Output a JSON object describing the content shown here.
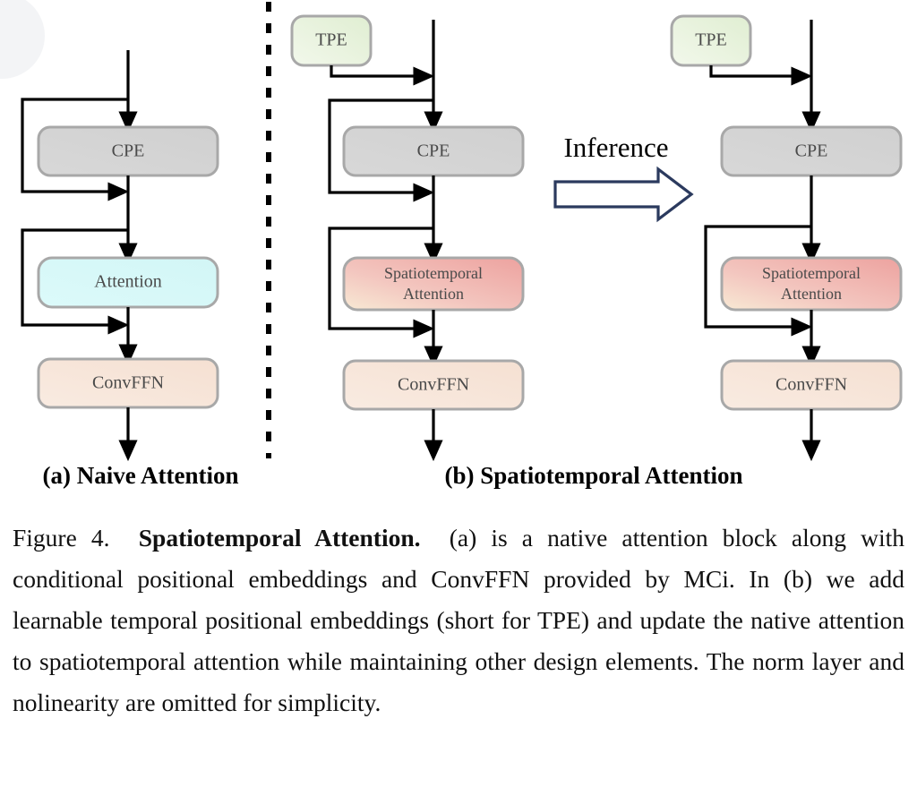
{
  "figure": {
    "divider": {
      "style": "dashed-vertical"
    },
    "inference_arrow": {
      "label": "Inference",
      "color": "#2b3a5e",
      "direction": "right"
    },
    "subcaptions": [
      {
        "id": "a",
        "text": "(a) Naive Attention"
      },
      {
        "id": "b",
        "text": "(b) Spatiotemporal Attention"
      }
    ],
    "panels": [
      {
        "id": "a",
        "name": "naive-attention",
        "blocks": [
          {
            "name": "cpe",
            "label": "CPE",
            "fill": "#d3d3d3",
            "stroke": "#a0a0a0"
          },
          {
            "name": "attention",
            "label": "Attention",
            "fill": "#d6f8f8",
            "stroke": "#a0a0a0"
          },
          {
            "name": "convffn",
            "label": "ConvFFN",
            "fill": "#f7e4d6",
            "stroke": "#a0a0a0"
          }
        ]
      },
      {
        "id": "b-train",
        "name": "spatiotemporal-attention-training",
        "blocks": [
          {
            "name": "tpe",
            "label": "TPE",
            "fill": "#e4f1d9",
            "stroke": "#a0a0a0"
          },
          {
            "name": "cpe",
            "label": "CPE",
            "fill": "#d3d3d3",
            "stroke": "#a0a0a0"
          },
          {
            "name": "spatiotemporal-attention",
            "label_line1": "Spatiotemporal",
            "label_line2": "Attention",
            "fill_start": "#f6e3cf",
            "fill_end": "#efa6a3",
            "stroke": "#a0a0a0"
          },
          {
            "name": "convffn",
            "label": "ConvFFN",
            "fill": "#f7e4d6",
            "stroke": "#a0a0a0"
          }
        ]
      },
      {
        "id": "b-infer",
        "name": "spatiotemporal-attention-inference",
        "blocks": [
          {
            "name": "tpe",
            "label": "TPE",
            "fill": "#e4f1d9",
            "stroke": "#a0a0a0"
          },
          {
            "name": "cpe",
            "label": "CPE",
            "fill": "#d3d3d3",
            "stroke": "#a0a0a0"
          },
          {
            "name": "spatiotemporal-attention",
            "label_line1": "Spatiotemporal",
            "label_line2": "Attention",
            "fill_start": "#f6e3cf",
            "fill_end": "#efa6a3",
            "stroke": "#a0a0a0"
          },
          {
            "name": "convffn",
            "label": "ConvFFN",
            "fill": "#f7e4d6",
            "stroke": "#a0a0a0"
          }
        ]
      }
    ]
  },
  "caption": {
    "figure_number": "Figure 4.",
    "title": "Spatiotemporal Attention.",
    "body": "(a) is a native attention block along with conditional positional embeddings and ConvFFN provided by MCi. In (b) we add learnable temporal positional embeddings (short for TPE) and update the native attention to spatiotemporal attention while maintaining other design elements. The norm layer and nolinearity are omitted for simplicity."
  }
}
